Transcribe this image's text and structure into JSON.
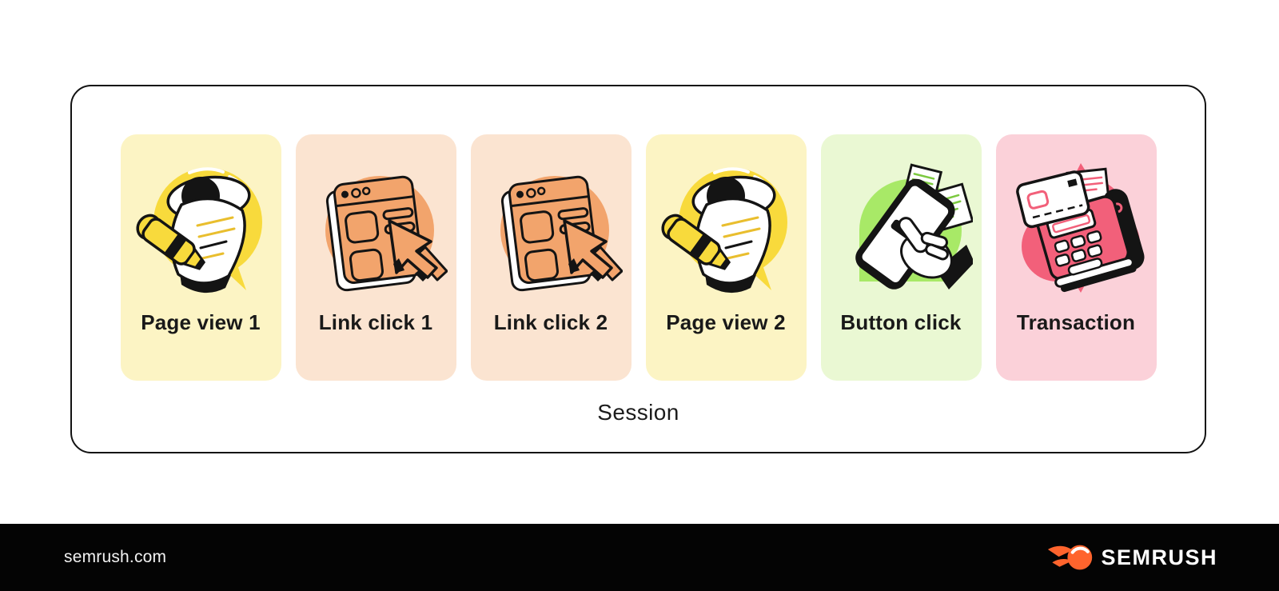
{
  "colors": {
    "page_bg": "#FFFFFF",
    "box_border": "#121212",
    "text": "#191919",
    "footer_bg": "#040404",
    "footer_text": "#F2F2F2",
    "brand_orange": "#FF642D",
    "accent_yellow": "#F8DA3C",
    "accent_orange": "#F2A46C",
    "accent_green": "#A8E967",
    "accent_pink": "#F2607A"
  },
  "diagram": {
    "session_label": "Session",
    "cards": [
      {
        "label": "Page view 1",
        "icon": "page-view-icon",
        "bg": "#FCF4C4"
      },
      {
        "label": "Link click 1",
        "icon": "link-click-icon",
        "bg": "#FBE4D1"
      },
      {
        "label": "Link click 2",
        "icon": "link-click-icon",
        "bg": "#FBE4D1"
      },
      {
        "label": "Page view 2",
        "icon": "page-view-icon",
        "bg": "#FCF4C4"
      },
      {
        "label": "Button click",
        "icon": "button-click-icon",
        "bg": "#EAF8D3"
      },
      {
        "label": "Transaction",
        "icon": "transaction-icon",
        "bg": "#FBD1D9"
      }
    ]
  },
  "footer": {
    "website": "semrush.com",
    "brand": "SEMRUSH"
  }
}
